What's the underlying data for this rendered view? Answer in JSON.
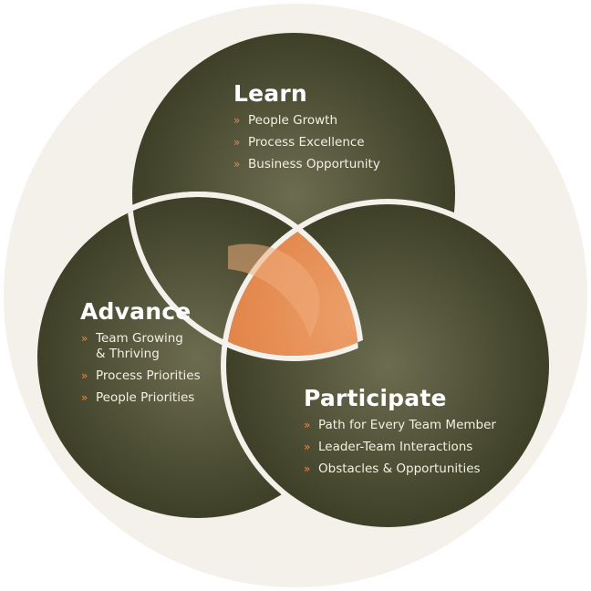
{
  "colors": {
    "background_disc": "#f4f1ea",
    "circle_dark": "#3a3d28",
    "circle_glow": "#6c6c50",
    "center_orange": "#e0773a",
    "center_light": "#eca06a",
    "separator": "#f4f1ea",
    "bullet": "#e8874a",
    "title_text": "#ffffff",
    "item_text": "#f4efe4"
  },
  "bullet_glyph": "»",
  "sections": {
    "learn": {
      "title": "Learn",
      "items": [
        "People Growth",
        "Process Excellence",
        "Business Opportunity"
      ]
    },
    "advance": {
      "title": "Advance",
      "items": [
        "Team Growing\n& Thriving",
        "Process Priorities",
        "People Priorities"
      ]
    },
    "participate": {
      "title": "Participate",
      "items": [
        "Path for Every Team Member",
        "Leader-Team Interactions",
        "Obstacles & Opportunities"
      ]
    }
  }
}
